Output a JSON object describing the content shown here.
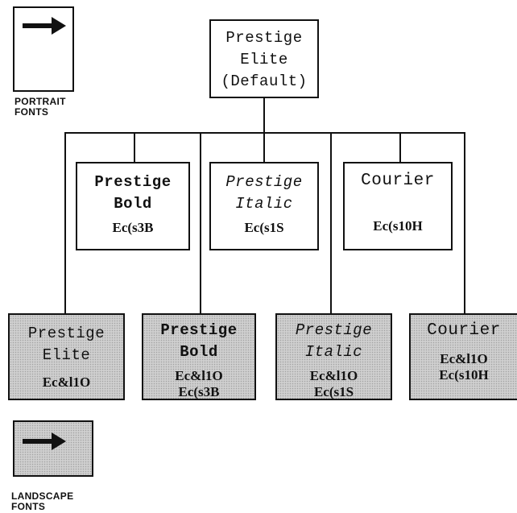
{
  "legend": {
    "portrait": {
      "line1": "PORTRAIT",
      "line2": "FONTS",
      "icon": "right-arrow-icon"
    },
    "landscape": {
      "line1": "LANDSCAPE",
      "line2": "FONTS",
      "icon": "right-arrow-icon"
    }
  },
  "root": {
    "line1": "Prestige",
    "line2": "Elite",
    "line3": "(Default)"
  },
  "portrait_fonts": [
    {
      "line1": "Prestige",
      "line2": "Bold",
      "code": "Ec(s3B"
    },
    {
      "line1": "Prestige",
      "line2": "Italic",
      "code": "Ec(s1S"
    },
    {
      "line1": "Courier",
      "code": "Ec(s10H"
    }
  ],
  "landscape_fonts": [
    {
      "line1": "Prestige",
      "line2": "Elite",
      "code1": "Ec&l1O"
    },
    {
      "line1": "Prestige",
      "line2": "Bold",
      "code1": "Ec&l1O",
      "code2": "Ec(s3B"
    },
    {
      "line1": "Prestige",
      "line2": "Italic",
      "code1": "Ec&l1O",
      "code2": "Ec(s1S"
    },
    {
      "line1": "Courier",
      "code1": "Ec&l1O",
      "code2": "Ec(s10H"
    }
  ]
}
